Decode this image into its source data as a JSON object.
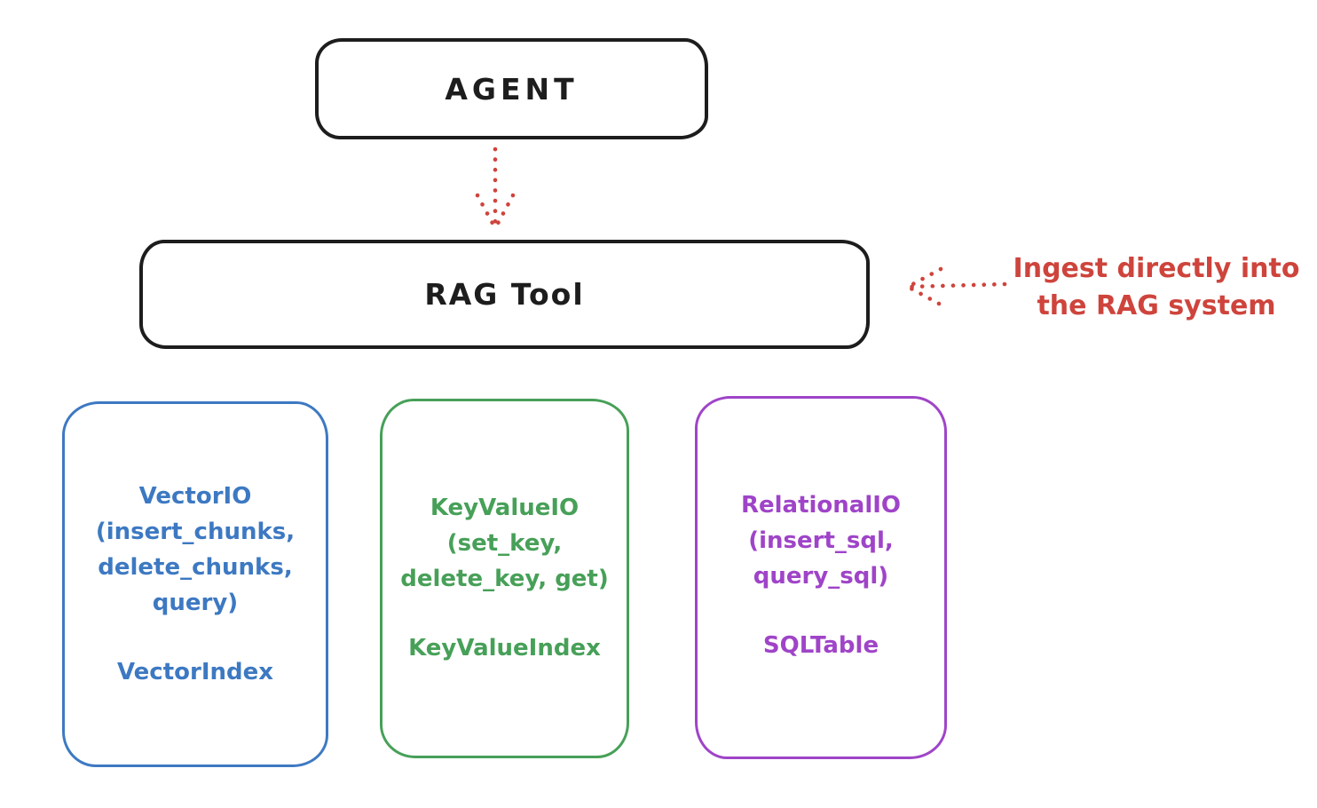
{
  "agent_box": {
    "label": "AGENT"
  },
  "rag_box": {
    "label": "RAG Tool"
  },
  "annotation": {
    "line1": "Ingest directly into",
    "line2": "the RAG system"
  },
  "storage_boxes": [
    {
      "name": "VectorIO",
      "methods_lines": [
        "(insert_chunks,",
        "delete_chunks,",
        "query)"
      ],
      "methods_full": "(insert_chunks, delete_chunks, query)",
      "index_label": "VectorIndex",
      "color": "#3d79c2"
    },
    {
      "name": "KeyValueIO",
      "methods_lines": [
        "(set_key,",
        "delete_key, get)"
      ],
      "methods_full": "(set_key, delete_key, get)",
      "index_label": "KeyValueIndex",
      "color": "#47a058"
    },
    {
      "name": "RelationalIO",
      "methods_lines": [
        "(insert_sql,",
        "query_sql)"
      ],
      "methods_full": "(insert_sql, query_sql)",
      "index_label": "SQLTable",
      "color": "#9f44c8"
    }
  ],
  "colors": {
    "stroke_black": "#1d1d1d",
    "accent_red": "#ce443c",
    "background": "#ffffff"
  }
}
